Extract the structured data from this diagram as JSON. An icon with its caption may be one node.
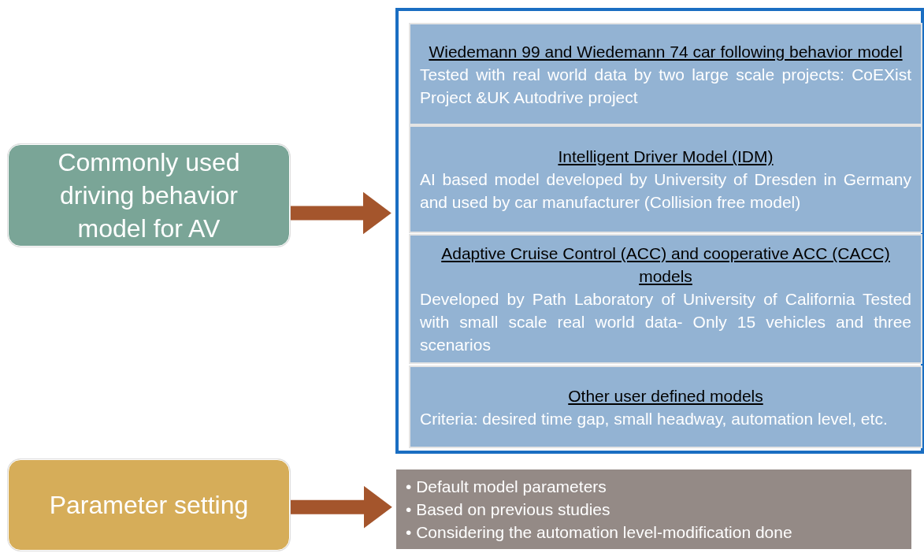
{
  "diagram": {
    "nodes": [
      {
        "text": [
          "Commonly used driving behavior model for AV"
        ]
      },
      {
        "text": [],
        "shape": "box"
      },
      {
        "text": [
          "Wiedemann 99 and Wiedemann 74 car following behavior model",
          "Tested with real world data by two large scale projects: CoEXist Project &UK Autodrive project"
        ],
        "in": 1
      },
      {
        "text": [
          "Intelligent Driver Model (IDM)",
          "AI based model developed by University of Dresden in Germany and used by car manufacturer (Collision free model)"
        ],
        "in": 1
      },
      {
        "text": [
          "Adaptive Cruise Control (ACC) and cooperative ACC (CACC) models",
          "Developed by Path Laboratory of University of California Tested with small scale real world data- Only 15 vehicles and three scenarios"
        ],
        "in": 1
      },
      {
        "text": [
          "Other user defined models",
          "Criteria: desired time gap, small headway, automation level, etc."
        ],
        "in": 1
      },
      {
        "text": [
          "Parameter setting"
        ]
      },
      {
        "text": [
          "• Default model parameters",
          "• Based on previous studies",
          "• Considering the automation level-modification done"
        ]
      }
    ],
    "edges": [
      {
        "from": 0,
        "to": 1,
        "arrow": "to"
      },
      {
        "from": 6,
        "to": 7,
        "arrow": "to"
      }
    ]
  }
}
